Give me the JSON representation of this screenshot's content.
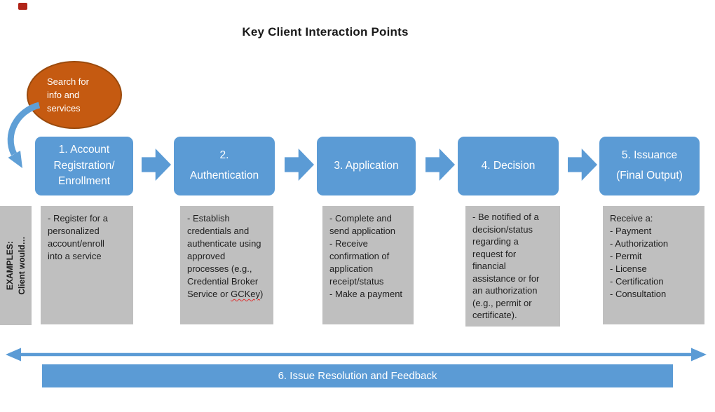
{
  "title": "Key Client Interaction Points",
  "bubble": {
    "text": "Search for\ninfo and\nservices"
  },
  "side_label": {
    "text": "EXAMPLES:\nClient would…"
  },
  "steps": [
    {
      "label": "1. Account\nRegistration/\nEnrollment",
      "example": {
        "text": "- Register for a\npersonalized\naccount/enroll\ninto a service"
      }
    },
    {
      "label": "2.\nAuthentication",
      "example": {
        "pre": "- Establish\ncredentials and\nauthenticate using\napproved\nprocesses (e.g.,\nCredential Broker\nService or ",
        "highlight": "GCKey",
        "post": ")"
      }
    },
    {
      "label": "3. Application",
      "example": {
        "text": "- Complete and\nsend application\n- Receive\nconfirmation of\napplication\nreceipt/status\n- Make a payment"
      }
    },
    {
      "label": "4. Decision",
      "example": {
        "text": "- Be notified of a\ndecision/status\nregarding a\nrequest for\nfinancial\nassistance or for\nan authorization\n(e.g., permit or\ncertificate)."
      }
    },
    {
      "label": "5. Issuance\n(Final Output)",
      "example": {
        "text": "Receive a:\n- Payment\n- Authorization\n- Permit\n- License\n- Certification\n- Consultation"
      }
    }
  ],
  "bottom_bar": {
    "label": "6. Issue Resolution and Feedback"
  },
  "colors": {
    "step_blue": "#5B9BD5",
    "example_gray": "#BFBFBF",
    "bubble_orange": "#C55A11",
    "bubble_border": "#9A4A0D",
    "spellcheck_red": "#E03131"
  }
}
